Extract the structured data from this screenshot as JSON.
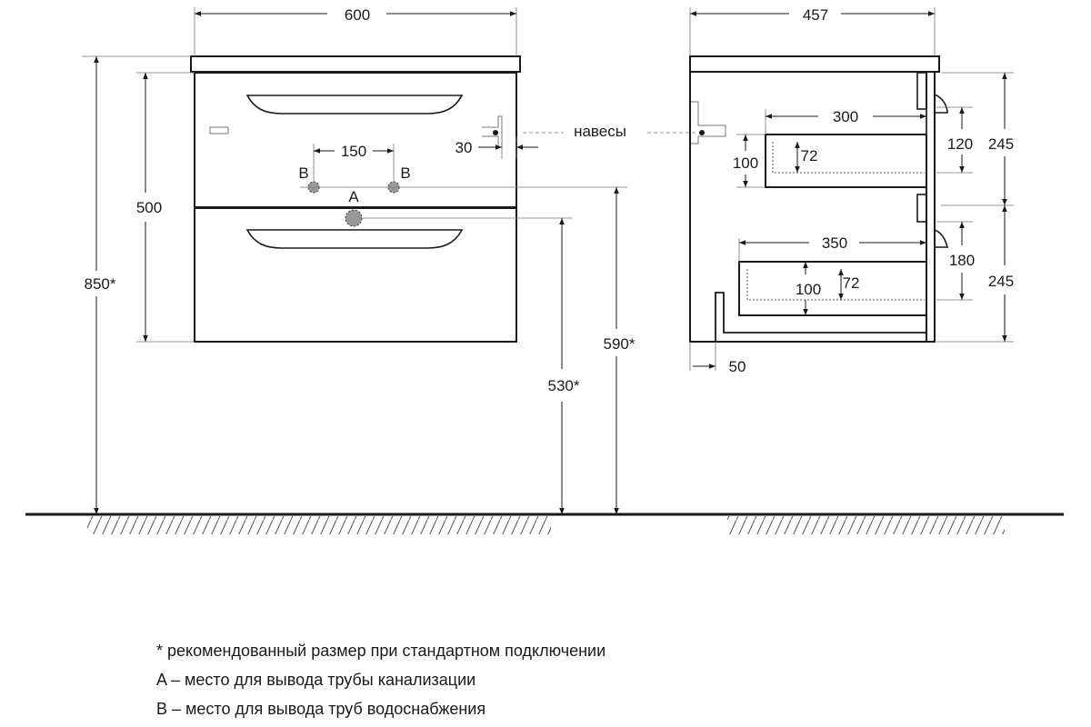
{
  "front": {
    "width": "600",
    "height_body": "500",
    "height_total": "850*",
    "supply_spacing": "150",
    "hinge_offset": "30",
    "drain_height": "530*",
    "supply_height": "590*",
    "label_a": "A",
    "label_b": "B"
  },
  "side": {
    "depth": "457",
    "drawer_top_depth": "300",
    "drawer_top_height": "100",
    "drawer_top_inner": "72",
    "drawer_top_gap": "120",
    "section_top": "245",
    "drawer_bottom_depth": "350",
    "drawer_bottom_height": "100",
    "drawer_bottom_inner": "72",
    "drawer_bottom_gap": "180",
    "section_bottom": "245",
    "back_offset": "50"
  },
  "hinges_label": "навесы",
  "notes": [
    "* рекомендованный размер при стандартном подключении",
    "A – место для вывода трубы канализации",
    "B – место для вывода труб водоснабжения"
  ]
}
